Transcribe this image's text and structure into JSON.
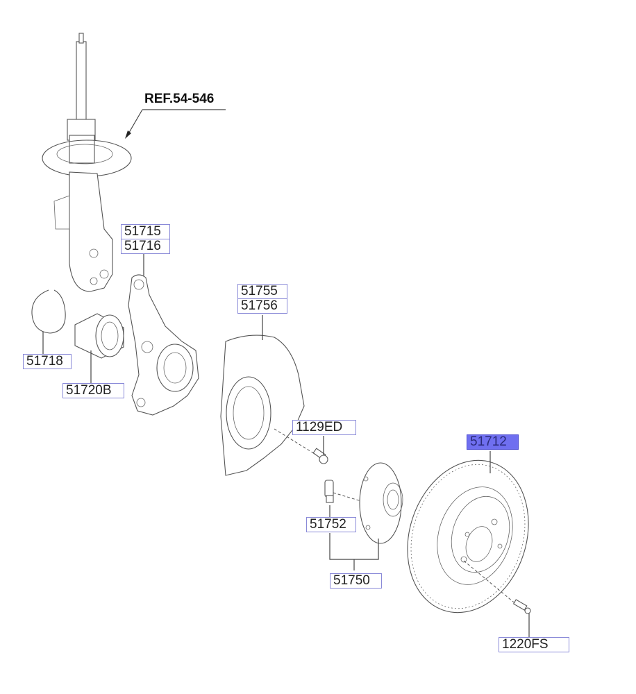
{
  "diagram": {
    "title": "Front suspension / brake disc exploded parts diagram",
    "reference": "REF.54-546",
    "selected_part": "51712",
    "colors": {
      "label_border": "#8a8ad8",
      "selected_fill": "#6f6ff0",
      "line": "#444444"
    },
    "labels": [
      {
        "id": "51715",
        "text": "51715"
      },
      {
        "id": "51716",
        "text": "51716"
      },
      {
        "id": "51755",
        "text": "51755"
      },
      {
        "id": "51756",
        "text": "51756"
      },
      {
        "id": "51718",
        "text": "51718"
      },
      {
        "id": "51720B",
        "text": "51720B"
      },
      {
        "id": "1129ED",
        "text": "1129ED"
      },
      {
        "id": "51712",
        "text": "51712"
      },
      {
        "id": "51752",
        "text": "51752"
      },
      {
        "id": "51750",
        "text": "51750"
      },
      {
        "id": "1220FS",
        "text": "1220FS"
      }
    ],
    "parts": [
      "strut-assembly",
      "snap-ring",
      "wheel-bearing",
      "steering-knuckle",
      "dust-cover",
      "bolt",
      "hub-bolt",
      "wheel-hub",
      "brake-disc",
      "disc-screw"
    ]
  }
}
